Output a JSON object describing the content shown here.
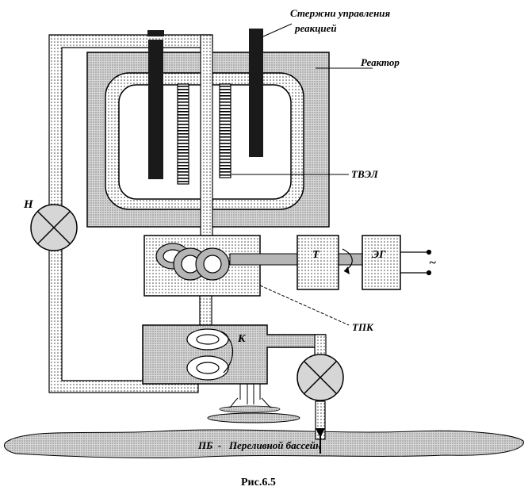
{
  "labels": {
    "control_rods": [
      "Стержни управления",
      "реакцией"
    ],
    "reactor": "Реактор",
    "fuel_element": "ТВЭЛ",
    "pump_main": "Н",
    "turbine": "Т",
    "generator": "ЭГ",
    "ac_symbol": "~",
    "steam_generator": "ТПК",
    "condenser": "К",
    "pool": "ПБ  -   Переливной бассейн",
    "figure_caption": "Рис.6.5"
  }
}
